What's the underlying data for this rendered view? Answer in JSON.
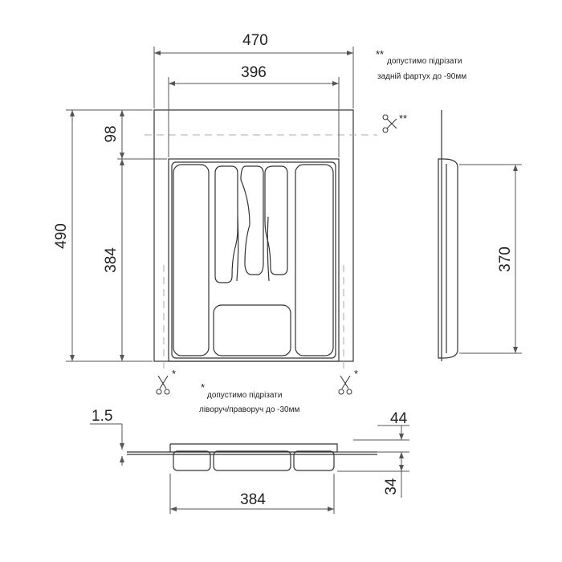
{
  "dimensions": {
    "overall_width": "470",
    "inner_width": "396",
    "overall_depth": "490",
    "back_apron": "98",
    "inner_depth": "384",
    "side_depth": "370",
    "wall": "1.5",
    "front_width": "384",
    "flange": "44",
    "height": "34"
  },
  "notes": {
    "back_star": "**",
    "back_line1": "допустимо підрізати",
    "back_line2": "задній фартух до -90мм",
    "side_star": "*",
    "side_line1": "допустимо підрізати",
    "side_line2": "ліворуч/праворуч до -30мм"
  },
  "marks": {
    "double_star": "**",
    "single_star": "*"
  },
  "colors": {
    "line": "#333333",
    "dim": "#555555",
    "dash": "#aaaaaa"
  }
}
